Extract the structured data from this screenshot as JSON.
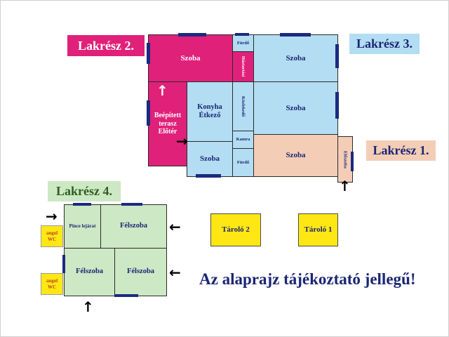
{
  "labels": {
    "lakresz2": "Lakrész 2.",
    "lakresz3": "Lakrész 3.",
    "lakresz1": "Lakrész 1.",
    "lakresz4": "Lakrész 4."
  },
  "main": {
    "szoba_l2": "Szoba",
    "furdo_top": "Fürdő",
    "haztartasi": "Háztartási",
    "szoba_tr": "Szoba",
    "terasz": "Beépített terasz Előtér",
    "konyha": "Konyha Étkező",
    "kozlekedo": "Közlekedő",
    "szoba_mr": "Szoba",
    "kamra": "Kamra",
    "szoba_bm": "Szoba",
    "furdo_bottom": "Fürdő",
    "szoba_l1": "Szoba",
    "eloszoba": "Előszoba"
  },
  "annex": {
    "pince": "Pince lejárat",
    "felszoba_1": "Félszoba",
    "felszoba_2": "Félszoba",
    "felszoba_3": "Félszoba",
    "wc_1": "angol WC",
    "wc_2": "angol WC"
  },
  "storages": {
    "tarolo2": "Tároló 2",
    "tarolo1": "Tároló 1"
  },
  "disclaimer": "Az alaprajz tájékoztató jellegű!",
  "icons": {
    "arrow_up": "↑",
    "arrow_left": "←",
    "arrow_right": "→"
  },
  "colors": {
    "magenta": "#e0217a",
    "light_blue": "#b3ddf2",
    "peach": "#f4cdb6",
    "light_green": "#cde8c4",
    "yellow": "#ffe714",
    "navy_text": "#1a2674",
    "green_text": "#2f5d1e",
    "wc_text": "#b5451d",
    "window_navy": "#1b2a80"
  }
}
